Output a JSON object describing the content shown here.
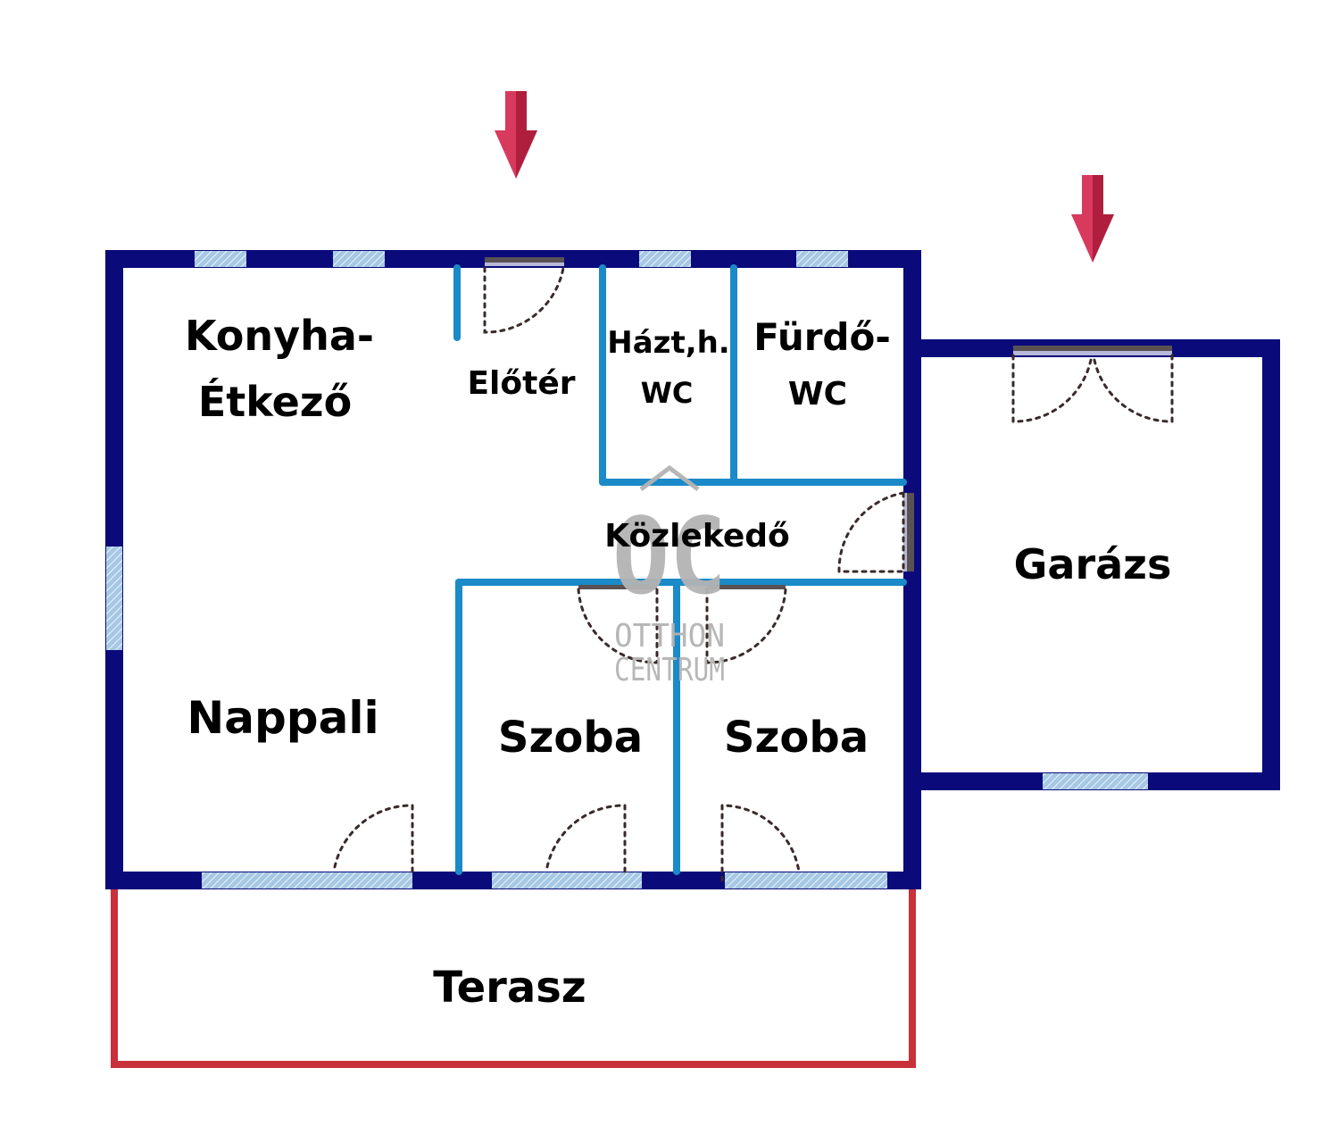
{
  "colors": {
    "outer_wall": "#0a0a7a",
    "inner_wall": "#1a8ac8",
    "terrace_outline": "#c8303a",
    "window_fill": "#a6c8e4",
    "entry_arrow": "#d83a5e",
    "entry_arrow_dark": "#b01e3e",
    "door_frame": "#5a5252",
    "watermark": "#b4b4b4"
  },
  "rooms": {
    "kitchen_line1": "Konyha-",
    "kitchen_line2": "Étkező",
    "entrance_hall": "Előtér",
    "utility_line1": "Házt,h.",
    "utility_line2": "WC",
    "bathroom_line1": "Fürdő-",
    "bathroom_line2": "WC",
    "corridor": "Közlekedő",
    "garage": "Garázs",
    "living_room": "Nappali",
    "bedroom_1": "Szoba",
    "bedroom_2": "Szoba",
    "terrace": "Terasz"
  },
  "watermark": {
    "logo_letters": "OC",
    "line1": "OTTHON",
    "line2": "CENTRUM"
  },
  "icons": {
    "entry_arrow_house": "down-arrow-icon",
    "entry_arrow_garage": "down-arrow-icon"
  }
}
